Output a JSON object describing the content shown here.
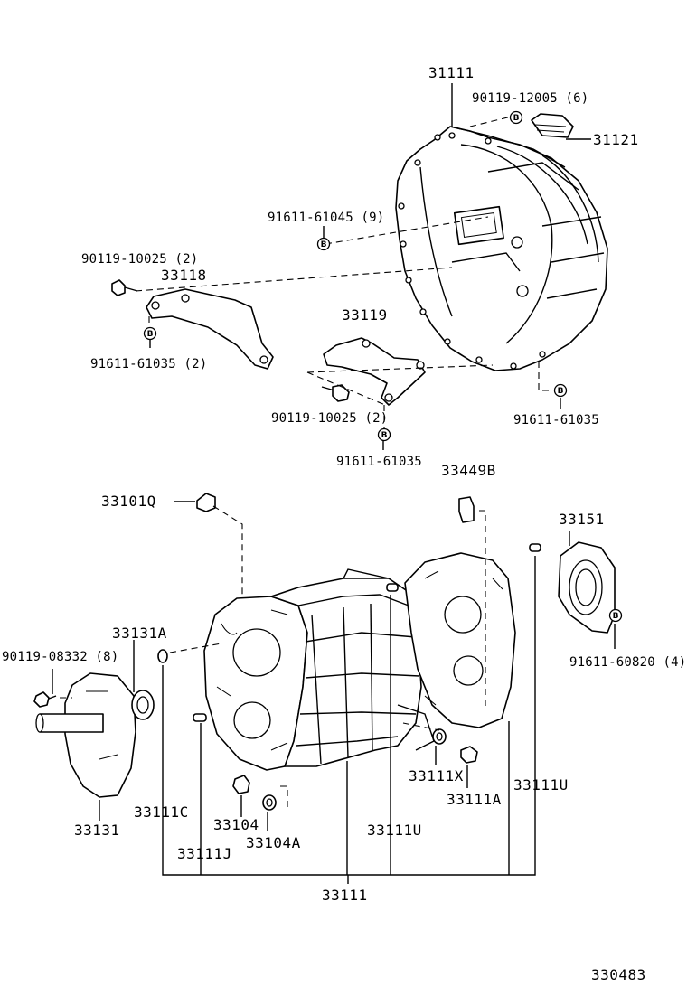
{
  "labels": {
    "p31111_top": "31111",
    "p90119_12005": "90119-12005 (6)",
    "p31121": "31121",
    "p91611_61045": "91611-61045 (9)",
    "p90119_10025_a": "90119-10025 (2)",
    "p33118": "33118",
    "p91611_61035_2": "91611-61035 (2)",
    "p33119": "33119",
    "p90119_10025_b": "90119-10025 (2)",
    "p91611_61035_a": "91611-61035",
    "p91611_61035_b": "91611-61035",
    "p33449B": "33449B",
    "p33101Q": "33101Q",
    "p33151": "33151",
    "p33131A": "33131A",
    "p90119_08332": "90119-08332 (8)",
    "p91611_60820": "91611-60820 (4)",
    "p33131": "33131",
    "p33111C": "33111C",
    "p33104": "33104",
    "p33104A": "33104A",
    "p33111J": "33111J",
    "p33111X": "33111X",
    "p33111A": "33111A",
    "p33111U_right": "33111U",
    "p33111U_mid": "33111U",
    "p33111_bottom": "33111",
    "diagram_id": "330483"
  },
  "marker_letter": "B"
}
